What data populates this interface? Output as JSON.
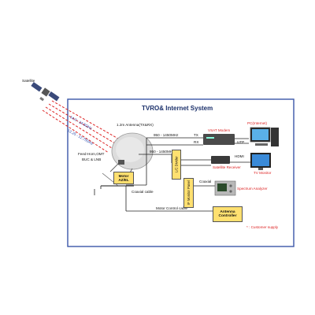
{
  "title": "TVRO& Internet System",
  "satellite_label": "Satellite",
  "freq_tx": "14.0 - 14.5GHz",
  "freq_rx": "12.25 - 12.75GHz",
  "antenna_label": "1.2m Antenna(TX&RX)",
  "feed_label_1": "Feed-Horn,OMT",
  "feed_label_2": "BUC & LNB",
  "motor_label_1": "Motor",
  "motor_label_2": "AZ/EL",
  "coaxial_cable_label": "Coaxial cable",
  "motor_control_cable_label": "Motor Control cable",
  "if_band_upper": "950 - 1450MHz",
  "if_band_lower": "950 - 1450MHz",
  "lc_divider_label": "L/C Divider",
  "if_monitor_panel_label": "IF Monitor Panel",
  "tx_label": "TX",
  "rx_label": "RX",
  "utp_label": "UTP",
  "hdmi_label": "HDMI",
  "coaxial_label": "Coaxial",
  "vsat_modem_label": "VSAT Modem",
  "pc_label": "PC(Internet)",
  "satellite_receiver_label": "Satellite Receiver",
  "tv_monitor_label": "TV Monitor",
  "spectrum_analyzer_label": "Spectrum Analyzer",
  "antenna_controller_label_1": "Antenna",
  "antenna_controller_label_2": "Controller",
  "customer_supply_label": "* : Customer supply",
  "colors": {
    "border": "#3a56a8",
    "signal": "#dd2222",
    "accent_yellow": "#ffe070",
    "title": "#1a2f6a"
  }
}
